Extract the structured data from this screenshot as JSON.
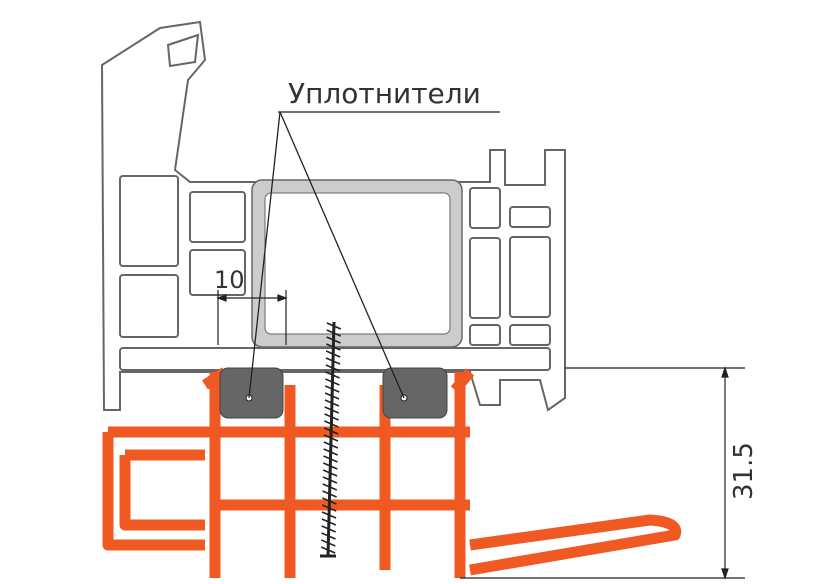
{
  "labels": {
    "seals": "Уплотнители",
    "width_dim": "10",
    "height_dim": "31.5"
  },
  "colors": {
    "sill_profile": "#f05a22",
    "seal": "#666666",
    "reinforcement": "#cccccc",
    "outline": "#555555"
  }
}
